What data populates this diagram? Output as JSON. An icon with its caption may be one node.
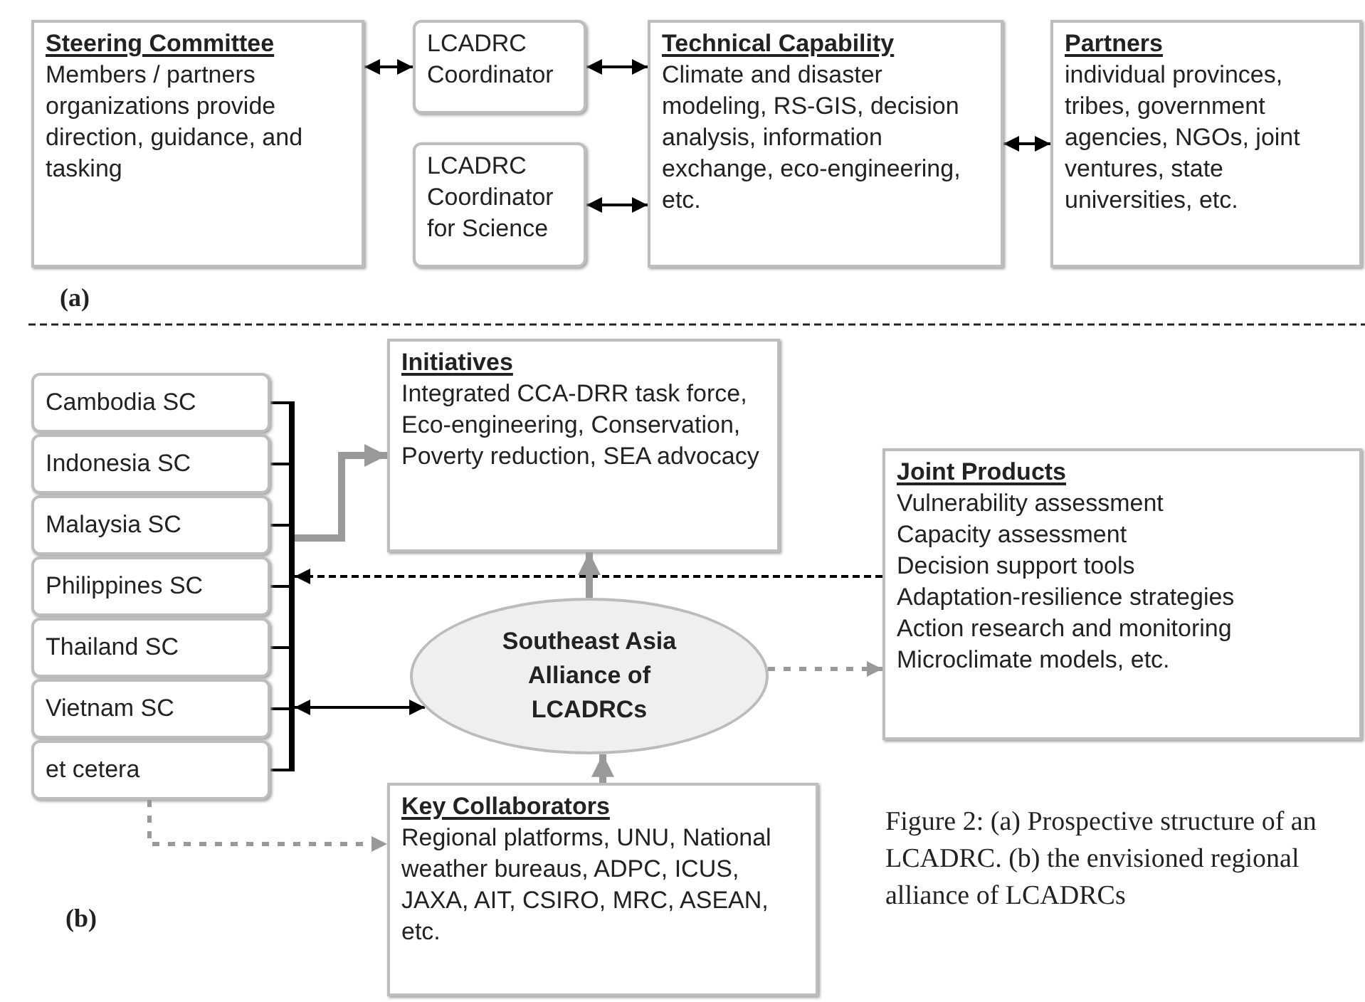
{
  "diagram": {
    "caption": "Figure 2: (a) Prospective structure of an LCADRC. (b) the envisioned regional alliance of LCADRCs",
    "nodes": [
      {
        "text": [
          "Steering Committee",
          "Members / partners organizations provide direction, guidance, and tasking"
        ]
      },
      {
        "text": [
          "LCADRC Coordinator"
        ]
      },
      {
        "text": [
          "LCADRC Coordinator for Science"
        ]
      },
      {
        "text": [
          "Technical Capability",
          "Climate and disaster modeling, RS-GIS, decision analysis, information exchange, eco-engineering, etc."
        ]
      },
      {
        "text": [
          "Partners",
          "individual provinces, tribes, government agencies, NGOs, joint ventures, state universities, etc."
        ]
      },
      {
        "text": [
          "Cambodia SC"
        ]
      },
      {
        "text": [
          "Indonesia SC"
        ]
      },
      {
        "text": [
          "Malaysia SC"
        ]
      },
      {
        "text": [
          "Philippines SC"
        ]
      },
      {
        "text": [
          "Thailand SC"
        ]
      },
      {
        "text": [
          "Vietnam SC"
        ]
      },
      {
        "text": [
          "et cetera"
        ]
      },
      {
        "text": [],
        "shape": "bracket"
      },
      {
        "text": [
          "Initiatives",
          "Integrated CCA-DRR task force, Eco-engineering, Conservation, Poverty reduction, SEA advocacy"
        ]
      },
      {
        "text": [
          "Joint Products",
          "Vulnerability assessment",
          "Capacity assessment",
          "Decision support tools",
          "Adaptation-resilience strategies",
          "Action research and monitoring",
          "Microclimate models, etc."
        ]
      },
      {
        "text": [
          "Southeast Asia Alliance of LCADRCs"
        ]
      },
      {
        "text": [
          "Key Collaborators",
          "Regional platforms, UNU, National weather bureaus, ADPC, ICUS, JAXA, AIT, CSIRO, MRC, ASEAN, etc."
        ]
      }
    ],
    "edges": [
      {
        "from": 0,
        "to": 1,
        "arrow": "both"
      },
      {
        "from": 1,
        "to": 3,
        "arrow": "both"
      },
      {
        "from": 2,
        "to": 3,
        "arrow": "both"
      },
      {
        "from": 3,
        "to": 4,
        "arrow": "both"
      },
      {
        "from": 5,
        "to": 12,
        "arrow": "none"
      },
      {
        "from": 6,
        "to": 12,
        "arrow": "none"
      },
      {
        "from": 7,
        "to": 12,
        "arrow": "none"
      },
      {
        "from": 8,
        "to": 12,
        "arrow": "none"
      },
      {
        "from": 9,
        "to": 12,
        "arrow": "none"
      },
      {
        "from": 10,
        "to": 12,
        "arrow": "none"
      },
      {
        "from": 11,
        "to": 12,
        "arrow": "none"
      },
      {
        "from": 12,
        "to": 15,
        "arrow": "both"
      },
      {
        "from": 12,
        "to": 13,
        "arrow": "to",
        "style": "thick",
        "color": "#999999"
      },
      {
        "from": 14,
        "to": 12,
        "arrow": "to",
        "style": "dashed"
      },
      {
        "from": 15,
        "to": 13,
        "arrow": "to",
        "style": "thick",
        "color": "#999999"
      },
      {
        "from": 15,
        "to": 14,
        "arrow": "to",
        "style": "dashed",
        "color": "#999999"
      },
      {
        "from": 16,
        "to": 15,
        "arrow": "to",
        "style": "thick",
        "color": "#999999"
      },
      {
        "from": 11,
        "to": 16,
        "arrow": "to",
        "style": "dashed",
        "color": "#999999"
      }
    ],
    "labels": [
      "(a)",
      "(b)"
    ]
  }
}
